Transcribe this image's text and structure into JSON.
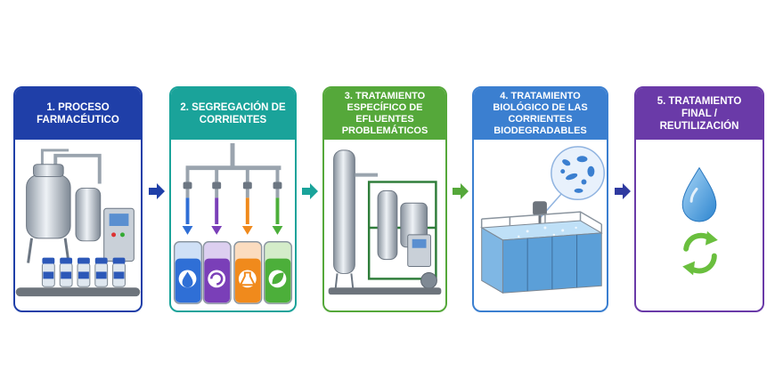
{
  "steps": [
    {
      "title": "1. PROCESO FARMACÉUTICO",
      "color": "#1f3fa8"
    },
    {
      "title": "2. SEGREGACIÓN DE CORRIENTES",
      "color": "#1aa39a"
    },
    {
      "title": "3. TRATAMIENTO ESPECÍFICO DE EFLUENTES PROBLEMÁTICOS",
      "color": "#55a83a"
    },
    {
      "title": "4. TRATAMIENTO BIOLÓGICO DE LAS CORRIENTES BIODEGRADABLES",
      "color": "#3b7fd0"
    },
    {
      "title": "5. TRATAMIENTO FINAL / REUTILIZACIÓN",
      "color": "#6a3aa8"
    }
  ],
  "icons": {
    "step1": "pharmaceutical-reactor-and-vials",
    "step2": "segregation-manifold-and-containers",
    "step3": "specific-treatment-column-plant",
    "step4": "biological-treatment-tank-with-bacteria",
    "step5": "water-drop-and-recycle"
  },
  "stream_colors": [
    "#2f6fd6",
    "#7a3fb8",
    "#f08a1c",
    "#4caf3a"
  ]
}
